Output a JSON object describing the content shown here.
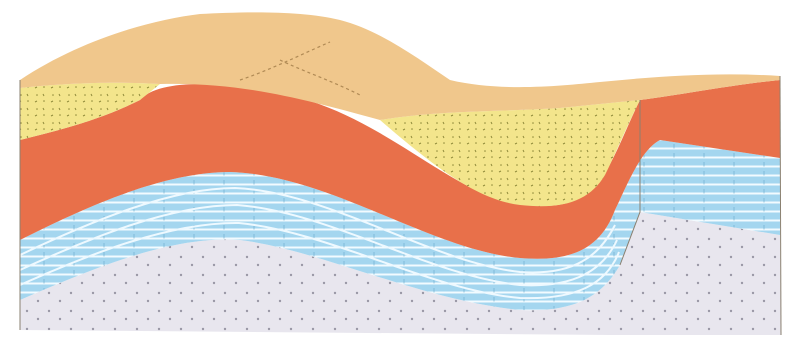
{
  "diagram": {
    "type": "geological-block-diagram",
    "description_visible_text": "",
    "layers": [
      {
        "id": "topsoil",
        "name": "",
        "color": "#efc489",
        "pattern": "plain"
      },
      {
        "id": "sandstone",
        "name": "",
        "color": "#f3e58c",
        "pattern": "dots"
      },
      {
        "id": "clay",
        "name": "",
        "color": "#e9714a",
        "pattern": "plain"
      },
      {
        "id": "limestone",
        "name": "",
        "color": "#9fd3ec",
        "pattern": "stripes"
      },
      {
        "id": "bedrock",
        "name": "",
        "color": "#e6e4ec",
        "pattern": "dots"
      }
    ],
    "background_color": "#ffffff"
  }
}
